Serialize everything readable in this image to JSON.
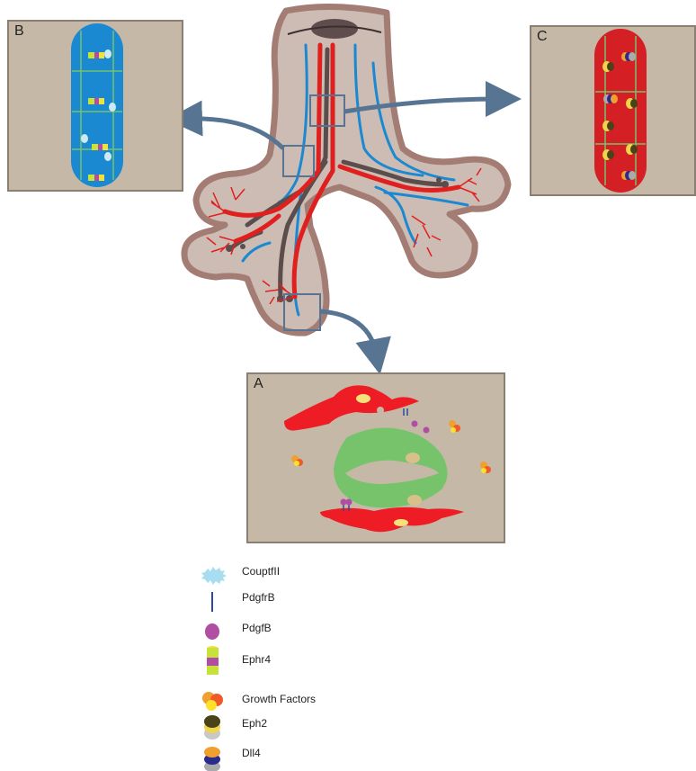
{
  "panels": {
    "a_label": "A",
    "b_label": "B",
    "c_label": "C"
  },
  "legend": [
    {
      "label": "CouptfII",
      "icon": "couptfii-icon"
    },
    {
      "label": "PdgfrB",
      "icon": "pdgfrb-icon"
    },
    {
      "label": "PdgfB",
      "icon": "pdgfb-icon"
    },
    {
      "label": "Ephr4",
      "icon": "ephr4-icon"
    },
    {
      "label": "Growth Factors",
      "icon": "growth-factors-icon"
    },
    {
      "label": "Eph2",
      "icon": "eph2-icon"
    },
    {
      "label": "Dll4",
      "icon": "dll4-icon"
    }
  ],
  "colors": {
    "panel_bg": "#c6b8a6",
    "tissue": "#cdbcb4",
    "tissue_border": "#a37d74",
    "artery": "#e0201e",
    "vein": "#1b89d2",
    "lymph": "#5c4d4d",
    "pericyte": "#76c36b",
    "arrow": "#587493"
  }
}
